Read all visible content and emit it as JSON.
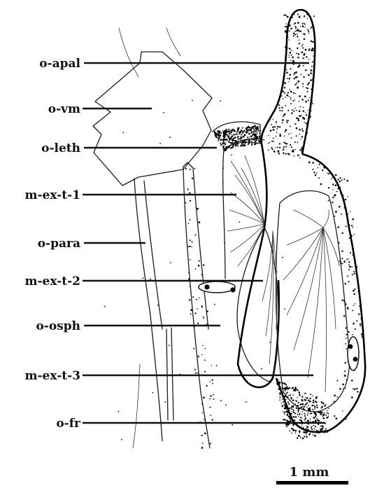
{
  "labels": [
    {
      "id": "o-apal",
      "text": "o-apal"
    },
    {
      "id": "o-vm",
      "text": "o-vm"
    },
    {
      "id": "o-leth",
      "text": "o-leth"
    },
    {
      "id": "m-ex-t-1",
      "text": "m-ex-t-1"
    },
    {
      "id": "o-para",
      "text": "o-para"
    },
    {
      "id": "m-ex-t-2",
      "text": "m-ex-t-2"
    },
    {
      "id": "o-osph",
      "text": "o-osph"
    },
    {
      "id": "m-ex-t-3",
      "text": "m-ex-t-3"
    },
    {
      "id": "o-fr",
      "text": "o-fr"
    }
  ],
  "scale_bar": {
    "label": "1 mm"
  }
}
